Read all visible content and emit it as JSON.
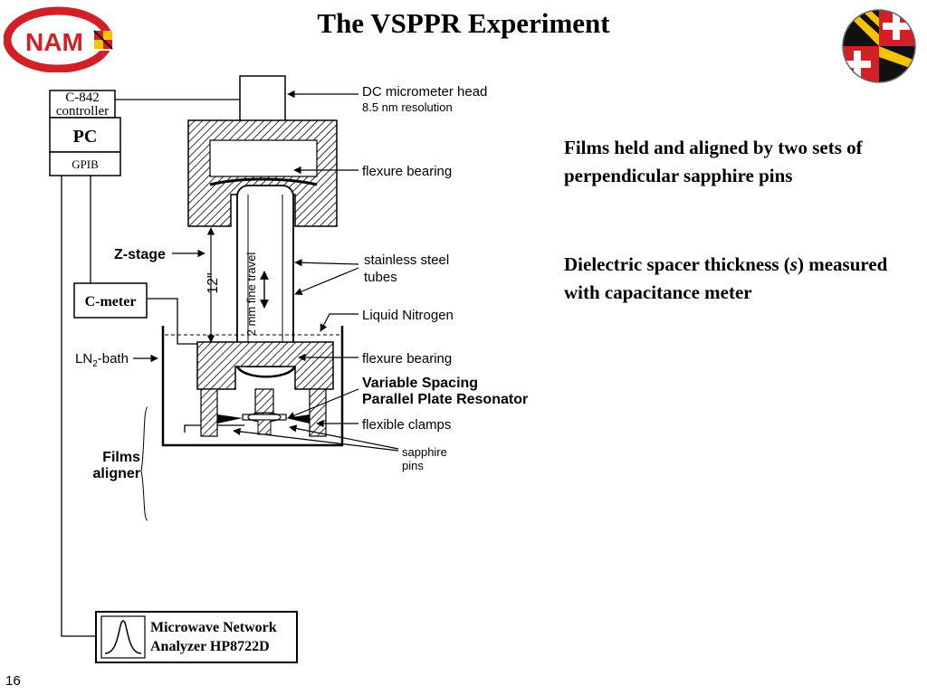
{
  "slide": {
    "title": "The VSPPR Experiment",
    "number": "16",
    "logo_left_text": "NAM",
    "notes": {
      "films": "Films held and aligned by two sets of perpendicular sapphire pins",
      "dielectric_pre": "Dielectric spacer thickness (",
      "dielectric_var": "s",
      "dielectric_post": ") measured with capacitance meter"
    }
  },
  "diagram": {
    "controller_line1": "C-842",
    "controller_line2": "controller",
    "pc": "PC",
    "gpib": "GPIB",
    "cmeter": "C-meter",
    "analyzer_line1": "Microwave Network",
    "analyzer_line2": "Analyzer HP8722D",
    "dc_head_line1": "DC micrometer head",
    "dc_head_line2": "8.5 nm resolution",
    "flexure_top": "flexure bearing",
    "zstage": "Z-stage",
    "twelve_in": "12\"",
    "fine_travel": "2 mm fine travel",
    "tubes_line1": "stainless steel",
    "tubes_line2": "tubes",
    "liquid_nitrogen": "Liquid Nitrogen",
    "ln2_bath_pre": "LN",
    "ln2_bath_sub": "2",
    "ln2_bath_post": "-bath",
    "flexure_bottom": "flexure bearing",
    "vsppr_line1": "Variable Spacing",
    "vsppr_line2": "Parallel Plate Resonator",
    "clamps": "flexible clamps",
    "pins_line1": "sapphire",
    "pins_line2": "pins",
    "aligner_line1": "Films",
    "aligner_line2": "aligner"
  },
  "colors": {
    "nam_red": "#d32027",
    "md_gold": "#f4c400",
    "md_black": "#111111"
  }
}
